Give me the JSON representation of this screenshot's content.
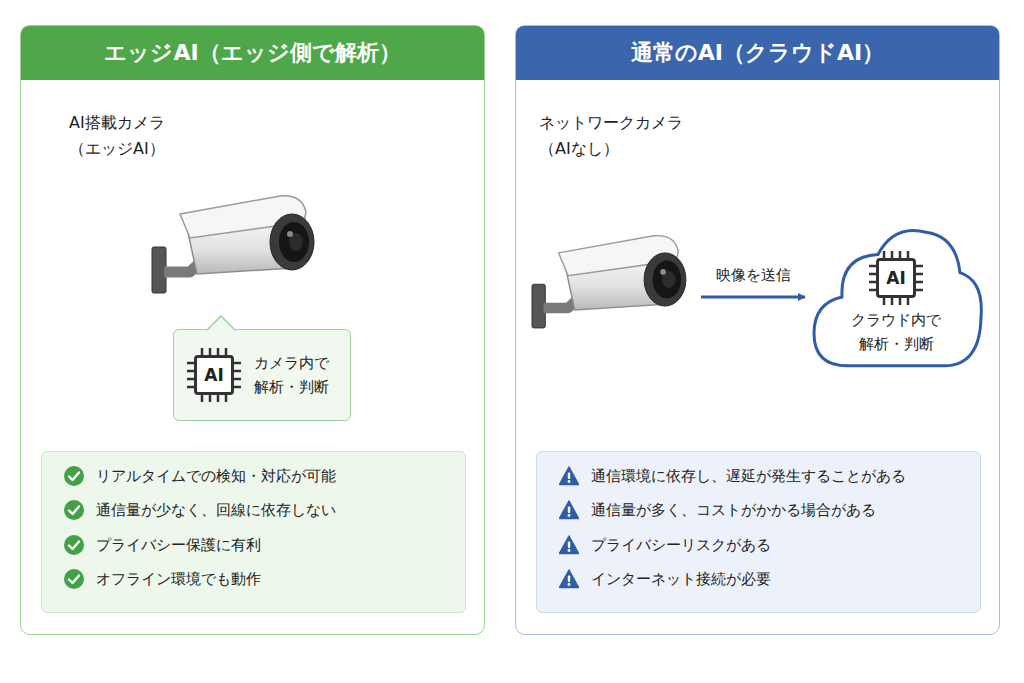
{
  "diagram": {
    "nodes": [
      {
        "text": [
          "エッジAI（エッジ側で解析）"
        ]
      },
      {
        "text": [
          "AI搭載カメラ （エッジAI）"
        ],
        "in": 0
      },
      {
        "text": [
          "AI",
          "カメラ内で 解析・判断"
        ],
        "in": 0
      },
      {
        "text": [
          "リアルタイムでの検知・対応が可能",
          "通信量が少なく、回線に依存しない",
          "プライバシー保護に有利",
          "オフライン環境でも動作"
        ],
        "in": 0
      },
      {
        "text": [
          "通常のAI（クラウドAI）"
        ]
      },
      {
        "text": [
          "ネットワークカメラ （AIなし）"
        ],
        "in": 4
      },
      {
        "text": [
          "AI",
          "クラウド内で 解析・判断"
        ],
        "in": 4
      },
      {
        "text": [
          "通信環境に依存し、遅延が発生することがある",
          "通信量が多く、コストがかかる場合がある",
          "プライバシーリスクがある",
          "インターネット接続が必要"
        ],
        "in": 4
      }
    ],
    "edges": [
      {
        "from": 5,
        "to": 6,
        "label": "映像を送信",
        "arrow": "to"
      }
    ]
  }
}
